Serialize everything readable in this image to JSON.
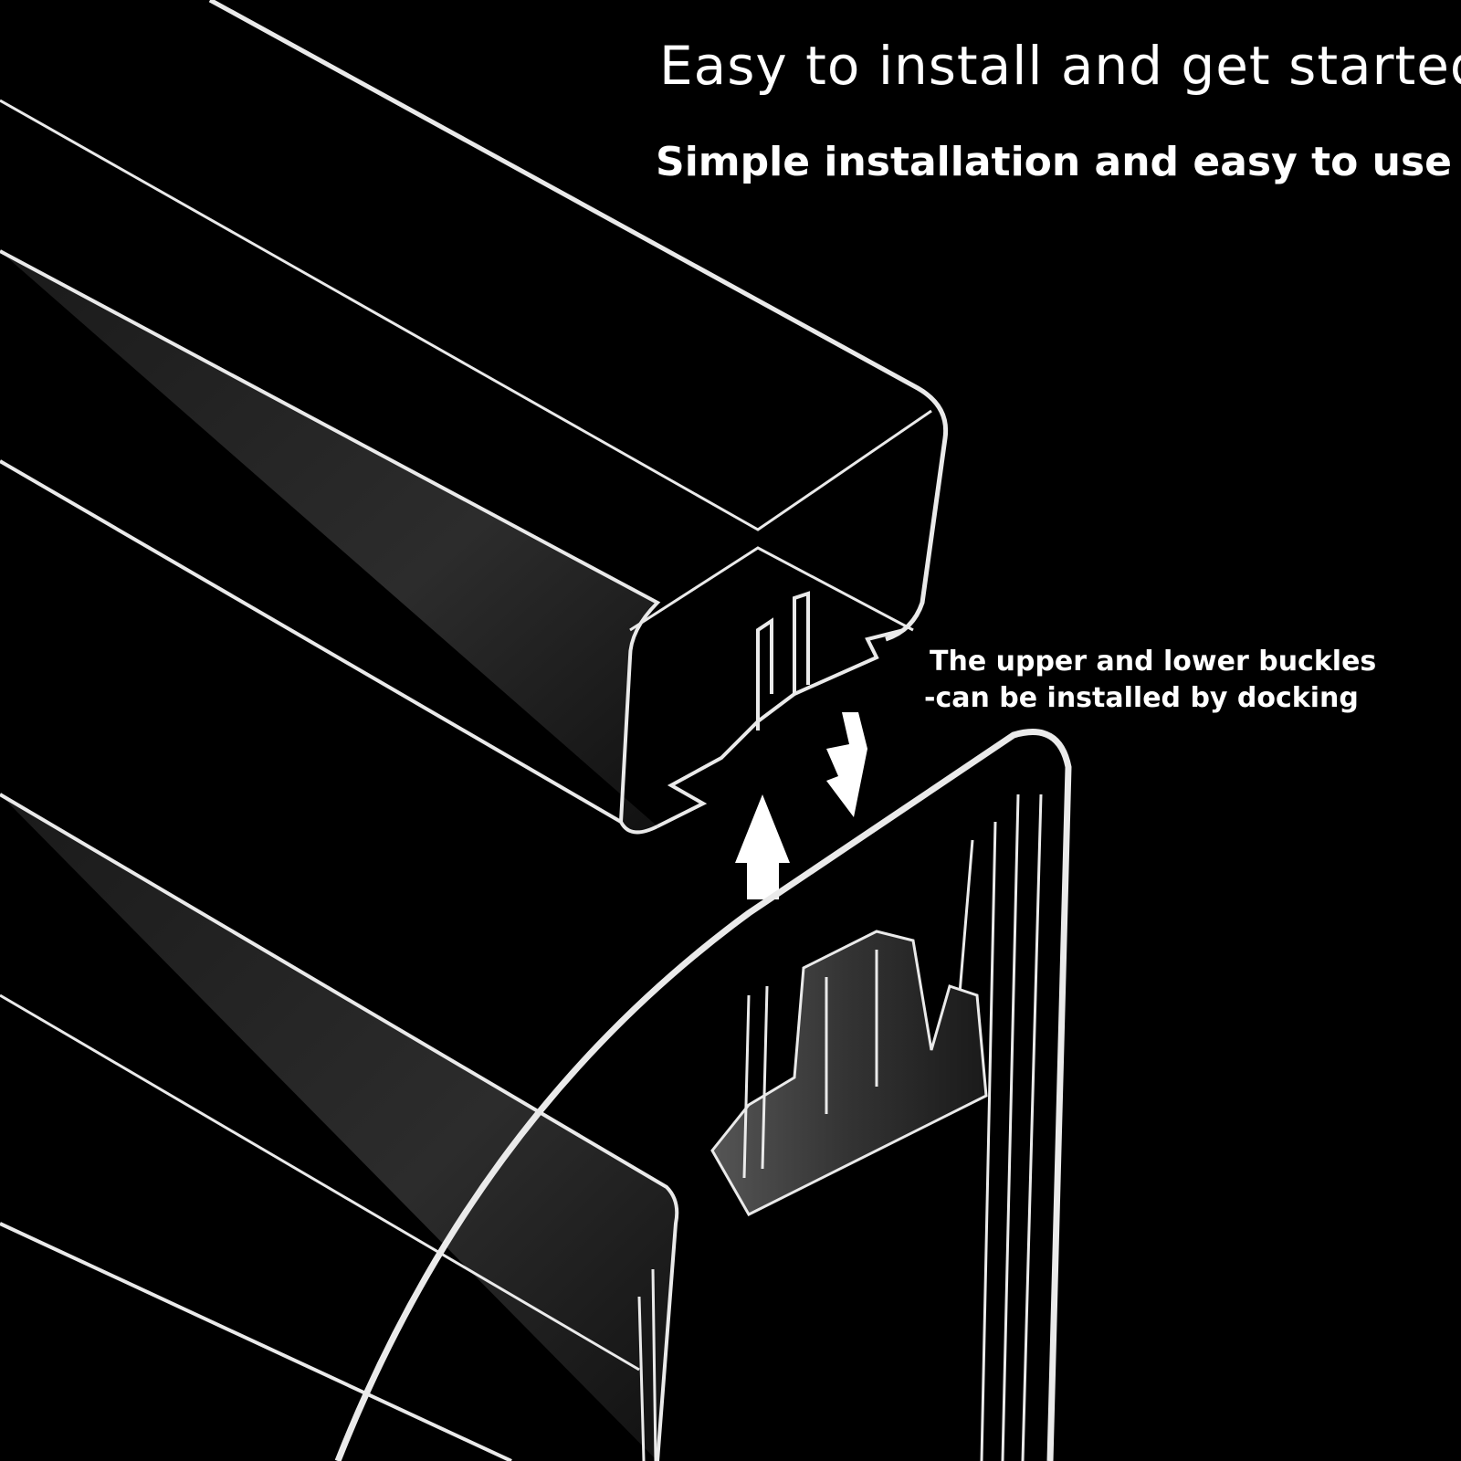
{
  "headline": {
    "title": "Easy to install and get started",
    "subtitle": "Simple installation and easy to use"
  },
  "callout": {
    "line1": "The upper and lower buckles",
    "line2": "-can be installed by docking"
  },
  "colors": {
    "background": "#000000",
    "text": "#ffffff",
    "acrylic_edge": "#e8e8e8"
  }
}
